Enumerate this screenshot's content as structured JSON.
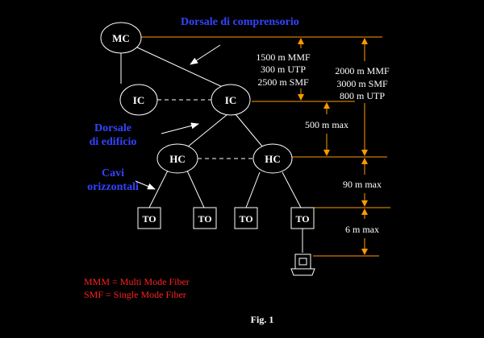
{
  "colors": {
    "background": "#000000",
    "lines": "#ffffff",
    "dimension_lines": "#ff9900",
    "blue_labels": "#3344ff",
    "legend_text": "#ff2020"
  },
  "nodes": {
    "mc": "MC",
    "ic_left": "IC",
    "ic_center": "IC",
    "hc_left": "HC",
    "hc_right": "HC",
    "to_1": "TO",
    "to_2": "TO",
    "to_3": "TO",
    "to_4": "TO"
  },
  "labels": {
    "campus_backbone": "Dorsale di comprensorio",
    "building_backbone_line1": "Dorsale",
    "building_backbone_line2": "di edificio",
    "horizontal_line1": "Cavi",
    "horizontal_line2": "orizzontali"
  },
  "dimensions": {
    "mc_to_ic_line1": "1500 m MMF",
    "mc_to_ic_line2": "300 m UTP",
    "mc_to_ic_line3": "2500 m SMF",
    "ic_to_hc": "500 m max",
    "mc_to_hc_line1": "2000 m MMF",
    "mc_to_hc_line2": "3000 m SMF",
    "mc_to_hc_line3": "800 m UTP",
    "hc_to_to": "90 m max",
    "to_to_workstation": "6 m max"
  },
  "legend": {
    "line1": "MMM = Multi Mode Fiber",
    "line2": "SMF = Single Mode Fiber"
  },
  "caption": "Fig. 1"
}
